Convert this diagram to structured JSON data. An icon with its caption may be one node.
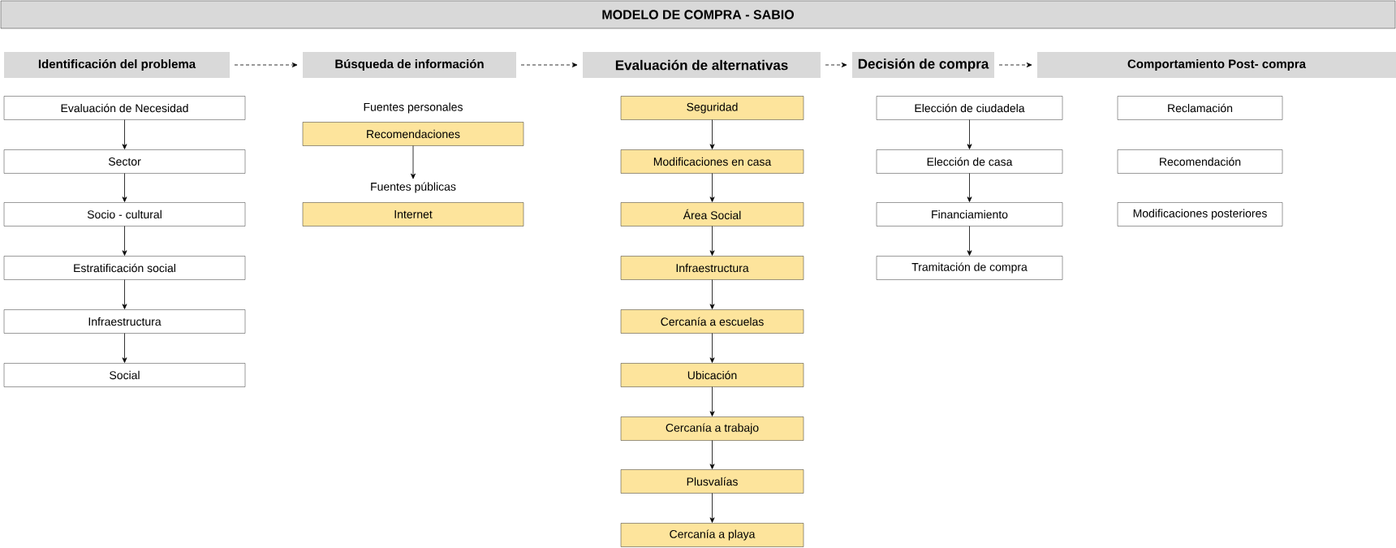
{
  "diagram": {
    "title": "MODELO DE COMPRA - SABIO",
    "nodes": [
      {
        "text": [
          "Identificación del problema"
        ]
      },
      {
        "text": [
          "Evaluación de Necesidad"
        ]
      },
      {
        "text": [
          "Sector"
        ]
      },
      {
        "text": [
          "Socio - cultural"
        ]
      },
      {
        "text": [
          "Estratificación social"
        ]
      },
      {
        "text": [
          "Infraestructura"
        ]
      },
      {
        "text": [
          "Social"
        ]
      },
      {
        "text": [
          "Búsqueda de información"
        ]
      },
      {
        "text": [
          "Fuentes personales"
        ]
      },
      {
        "text": [
          "Recomendaciones"
        ]
      },
      {
        "text": [
          "Fuentes públicas"
        ]
      },
      {
        "text": [
          "Internet"
        ]
      },
      {
        "text": [
          "Evaluación de alternativas"
        ]
      },
      {
        "text": [
          "Seguridad"
        ]
      },
      {
        "text": [
          "Modificaciones en casa"
        ]
      },
      {
        "text": [
          "Área Social"
        ]
      },
      {
        "text": [
          "Infraestructura"
        ]
      },
      {
        "text": [
          "Cercanía a escuelas"
        ]
      },
      {
        "text": [
          "Ubicación"
        ]
      },
      {
        "text": [
          "Cercanía a trabajo"
        ]
      },
      {
        "text": [
          "Plusvalías"
        ]
      },
      {
        "text": [
          "Cercanía a playa"
        ]
      },
      {
        "text": [
          "Decisión de compra"
        ]
      },
      {
        "text": [
          "Elección de ciudadela"
        ]
      },
      {
        "text": [
          "Elección de casa"
        ]
      },
      {
        "text": [
          "Financiamiento"
        ]
      },
      {
        "text": [
          "Tramitación de compra"
        ]
      },
      {
        "text": [
          "Comportamiento Post- compra"
        ]
      },
      {
        "text": [
          "Reclamación"
        ]
      },
      {
        "text": [
          "Recomendación"
        ]
      },
      {
        "text": [
          "Modificaciones posteriores"
        ]
      }
    ],
    "edges": [
      {
        "from": 0,
        "to": 7,
        "arrow": "to",
        "style": "dashed"
      },
      {
        "from": 7,
        "to": 12,
        "arrow": "to",
        "style": "dashed"
      },
      {
        "from": 12,
        "to": 22,
        "arrow": "to",
        "style": "dashed"
      },
      {
        "from": 22,
        "to": 27,
        "arrow": "to",
        "style": "dashed"
      },
      {
        "from": 1,
        "to": 2,
        "arrow": "to"
      },
      {
        "from": 2,
        "to": 3,
        "arrow": "to"
      },
      {
        "from": 3,
        "to": 4,
        "arrow": "to"
      },
      {
        "from": 4,
        "to": 5,
        "arrow": "to"
      },
      {
        "from": 5,
        "to": 6,
        "arrow": "to"
      },
      {
        "from": 9,
        "to": 10,
        "arrow": "to"
      },
      {
        "from": 13,
        "to": 14,
        "arrow": "to"
      },
      {
        "from": 14,
        "to": 15,
        "arrow": "to"
      },
      {
        "from": 15,
        "to": 16,
        "arrow": "to"
      },
      {
        "from": 16,
        "to": 17,
        "arrow": "to"
      },
      {
        "from": 17,
        "to": 18,
        "arrow": "to"
      },
      {
        "from": 18,
        "to": 19,
        "arrow": "to"
      },
      {
        "from": 19,
        "to": 20,
        "arrow": "to"
      },
      {
        "from": 20,
        "to": 21,
        "arrow": "to"
      },
      {
        "from": 23,
        "to": 24,
        "arrow": "to"
      },
      {
        "from": 24,
        "to": 25,
        "arrow": "to"
      },
      {
        "from": 25,
        "to": 26,
        "arrow": "to"
      }
    ]
  }
}
